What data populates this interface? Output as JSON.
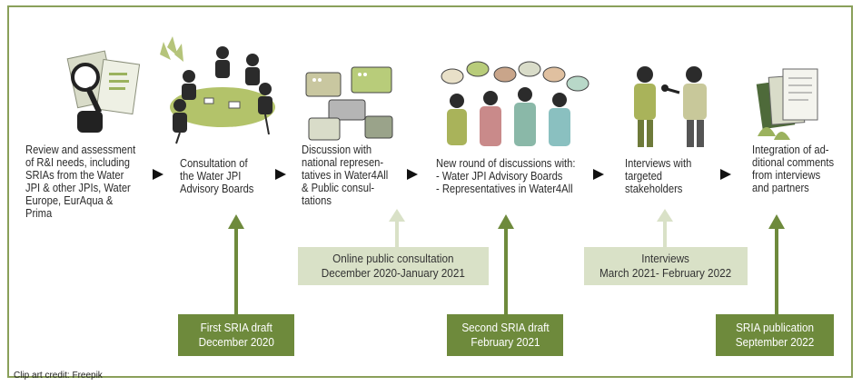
{
  "steps": [
    "Review and assessment\nof R&I needs, including\nSRIAs from the Water\nJPI & other JPIs, Water\nEurope, EurAqua &\nPrima",
    "Consultation of\nthe Water JPI\nAdvisory Boards",
    "Discussion with\nnational represen-\ntatives in Water4All\n& Public consul-\ntations",
    "New round of discussions with:\n- Water JPI Advisory Boards\n- Representatives in Water4All",
    "Interviews with\ntargeted\nstakeholders",
    "Integration of ad-\nditional comments\nfrom interviews\nand partners"
  ],
  "milestones": [
    "First SRIA draft\nDecember 2020",
    "Second SRIA draft\nFebruary 2021",
    "SRIA publication\nSeptember 2022"
  ],
  "periods": [
    "Online public consultation\nDecember 2020-January 2021",
    "Interviews\nMarch 2021- February 2022"
  ],
  "credit": "Clip art credit: Freepik",
  "colors": {
    "dark_green": "#6e8a3c",
    "light_green": "#d9e1c7",
    "frame": "#8aa05a"
  },
  "icons": [
    "magnifier-documents-icon",
    "meeting-table-icon",
    "speech-bubbles-icon",
    "group-discussion-icon",
    "interview-icon",
    "documents-stack-icon"
  ]
}
